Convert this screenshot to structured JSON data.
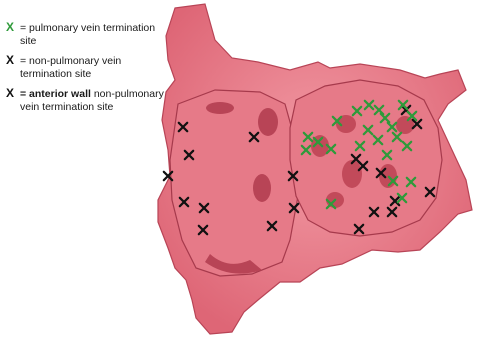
{
  "legend": {
    "items": [
      {
        "mark": "X",
        "mark_color": "#2e9a3a",
        "text": "= pulmonary vein termination site"
      },
      {
        "mark": "X",
        "mark_color": "#111111",
        "text": "= non-pulmonary vein termination site"
      },
      {
        "mark": "X",
        "mark_color": "#111111",
        "bold_text": "= anterior wall",
        "text": " non-pulmonary vein termination site"
      }
    ]
  },
  "colors": {
    "tissue": "#e8707e",
    "tissue_light": "#f0929c",
    "tissue_dark": "#c24a5a",
    "pv_marker": "#2e9a3a",
    "non_pv_marker": "#111111"
  }
}
